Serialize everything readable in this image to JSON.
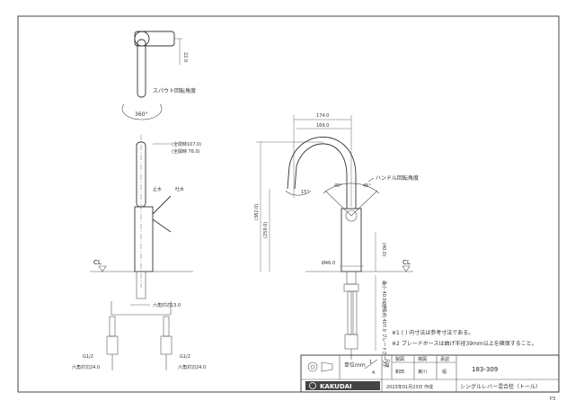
{
  "labels": {
    "spout_rotation": "スパウト回転角度",
    "spout_angle": "360°",
    "handle_rotation": "ハンドル回転角度",
    "cl_left": "CL",
    "cl_right": "CL",
    "angle_left": "45°",
    "angle_right": "45°",
    "angle_spout": "15°",
    "handle_top_note_1": "(全閉時107.0)",
    "handle_top_note_2": "(全開時 76.0)",
    "side_note_left": "止水",
    "side_note_right": "吐水",
    "g_left": "G1/2",
    "g_right": "G1/2",
    "hex_left": "六角対辺24.0",
    "hex_right": "六角対辺24.0",
    "hex_center": "六角対辺13.0",
    "page_mark": "P3"
  },
  "dimensions": {
    "d_174": "174.0",
    "d_169": "169.0",
    "d_382": "(382.0)",
    "d_259": "(259.0)",
    "d_22": "22.0",
    "d_46": "Ø46.0",
    "d_40": "(40.0)",
    "d_min": "最小 40.0以下",
    "d_hose": "(全長約 407.0 ブレードホース)"
  },
  "notes": [
    "※1  (  ) 内寸法は参考寸法である。",
    "※2  ブレードホースは曲げ半径39mm以上を確保すること。"
  ],
  "title_block": {
    "unit_label": "単位mm",
    "scale_top": "1",
    "scale_bottom": "4",
    "scale_label": "尺度",
    "col_drawn": "製図",
    "col_check": "検図",
    "col_approve": "承認",
    "name_drawn": "和田",
    "name_check": "東川",
    "name_approve": "堀",
    "model": "183-309",
    "brand": "KAKUDAI",
    "date": "2023年01月23日 作成",
    "product": "シングルレバー混合栓（トール）"
  }
}
